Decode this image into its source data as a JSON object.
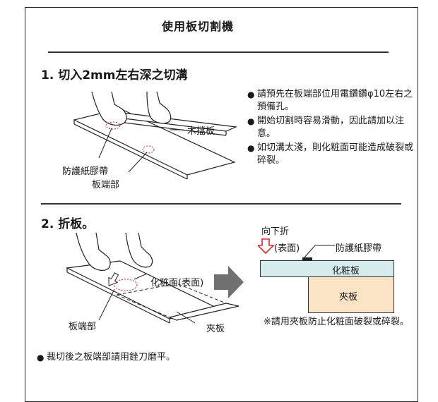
{
  "title": "使用板切割機",
  "section1": {
    "heading": "1. 切入2mm左右深之切溝",
    "labels": {
      "board_stop": "木擋板",
      "tape": "防護紙膠帶",
      "board_edge": "板端部"
    },
    "notes": [
      {
        "bullet": "●",
        "text": "請預先在板端部位用電鑽鑽φ10左右之預備孔。"
      },
      {
        "bullet": "●",
        "text": "開始切割時容易滑動，因此請加以注意。"
      },
      {
        "bullet": "●",
        "text": "如切溝太淺，則化粧面可能造成破裂或碎裂。"
      }
    ]
  },
  "section2": {
    "heading": "2. 折板。",
    "labels": {
      "surface": "化粧面(表面)",
      "board_edge": "板端部",
      "clamp": "夾板"
    },
    "diagram": {
      "fold_down": "向下折",
      "surface_tag": "(表面)",
      "tape": "防護紙膠帶",
      "decorative": "化粧板",
      "clamp": "夾板",
      "caution": "※請用夾板防止化粧面破裂或碎裂。"
    },
    "footer_bullet": "●",
    "footer_text": "裁切後之板端部請用銼刀磨平。"
  },
  "colors": {
    "decorative_fill": "#d6ecec",
    "clamp_fill": "#fbe3c6",
    "arrow_red": "#e0242c",
    "arrow_gray": "#707070"
  }
}
